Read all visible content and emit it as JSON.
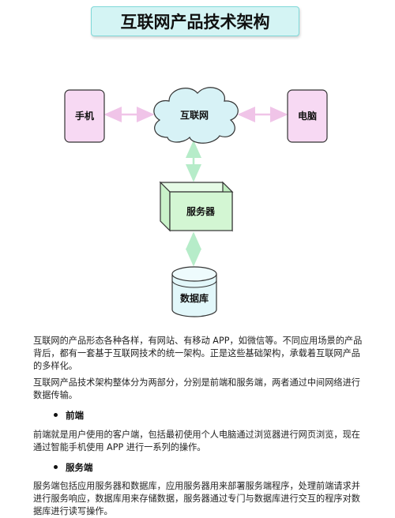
{
  "title": "互联网产品技术架构",
  "diagram": {
    "nodes": {
      "phone": "手机",
      "internet": "互联网",
      "computer": "电脑",
      "server": "服务器",
      "database": "数据库"
    },
    "colors": {
      "title_bg": "#d4f4f4",
      "phone_fill": "#f7d9f3",
      "computer_fill": "#f7d9f3",
      "cloud_fill": "#d7f2f6",
      "server_fill": "#d3f6d3",
      "database_fill": "#e2f7fa",
      "arrow_pink": "#f0c4e8",
      "arrow_green": "#b6ecc9"
    }
  },
  "paragraphs": {
    "p1": "互联网的产品形态各种各样，有网站、有移动 APP，如微信等。不同应用场景的产品背后，都有一套基于互联网技术的统一架构。正是这些基础架构，承载着互联网产品的多样化。",
    "p2": "互联网产品技术架构整体分为两部分，分别是前端和服务端，两者通过中间网络进行数据传输。",
    "frontend_heading": "前端",
    "frontend_text": "前端就是用户使用的客户端，包括最初使用个人电脑通过浏览器进行网页浏览，现在通过智能手机使用 APP 进行一系列的操作。",
    "backend_heading": "服务端",
    "backend_text": "服务端包括应用服务器和数据库，应用服务器用来部署服务端程序，处理前端请求并进行服务响应，数据库用来存储数据，服务器通过专门与数据库进行交互的程序对数据库进行读写操作。"
  }
}
